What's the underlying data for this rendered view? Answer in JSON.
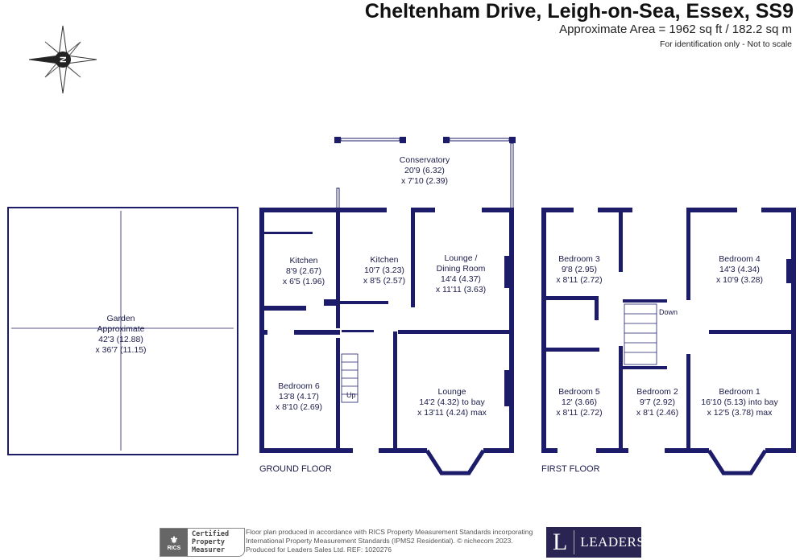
{
  "header": {
    "title": "Cheltenham Drive, Leigh-on-Sea, Essex, SS9",
    "area": "Approximate Area = 1962 sq ft / 182.2 sq m",
    "note": "For identification only - Not to scale"
  },
  "compass": {
    "label": "N",
    "icon": "compass-icon"
  },
  "garden": {
    "name": "Garden",
    "line1": "Approximate",
    "line2": "42'3 (12.88)",
    "line3": "x 36'7 (11.15)"
  },
  "ground_floor": {
    "label": "GROUND FLOOR",
    "stairs": "Up",
    "rooms": [
      {
        "name": "Conservatory",
        "dim1": "20'9 (6.32)",
        "dim2": "x 7'10 (2.39)"
      },
      {
        "name": "Kitchen",
        "dim1": "8'9 (2.67)",
        "dim2": "x 6'5 (1.96)"
      },
      {
        "name": "Kitchen",
        "dim1": "10'7 (3.23)",
        "dim2": "x 8'5 (2.57)"
      },
      {
        "name": "Lounge /",
        "name2": "Dining Room",
        "dim1": "14'4 (4.37)",
        "dim2": "x 11'11 (3.63)"
      },
      {
        "name": "Bedroom 6",
        "dim1": "13'8 (4.17)",
        "dim2": "x 8'10 (2.69)"
      },
      {
        "name": "Lounge",
        "dim1": "14'2 (4.32) to bay",
        "dim2": "x 13'11 (4.24) max"
      }
    ]
  },
  "first_floor": {
    "label": "FIRST FLOOR",
    "stairs": "Down",
    "rooms": [
      {
        "name": "Bedroom 3",
        "dim1": "9'8 (2.95)",
        "dim2": "x 8'11 (2.72)"
      },
      {
        "name": "Bedroom 4",
        "dim1": "14'3 (4.34)",
        "dim2": "x 10'9 (3.28)"
      },
      {
        "name": "Bedroom 5",
        "dim1": "12' (3.66)",
        "dim2": "x 8'11 (2.72)"
      },
      {
        "name": "Bedroom 2",
        "dim1": "9'7 (2.92)",
        "dim2": "x 8'1 (2.46)"
      },
      {
        "name": "Bedroom 1",
        "dim1": "16'10 (5.13) into bay",
        "dim2": "x 12'5 (3.78) max"
      }
    ]
  },
  "footer": {
    "rics_logo": "RICS",
    "rics_cert": [
      "Certified",
      "Property",
      "Measurer"
    ],
    "text1": "Floor plan produced in accordance with RICS Property Measurement Standards incorporating",
    "text2": "International Property Measurement Standards (IPMS2 Residential).   © nichecom 2023.",
    "text3": "Produced for Leaders Sales Ltd.    REF: 1020276",
    "brand_letter": "L",
    "brand_name": "LEADERS"
  },
  "colors": {
    "wall": "#1c1c6b",
    "brand": "#2a2452"
  }
}
